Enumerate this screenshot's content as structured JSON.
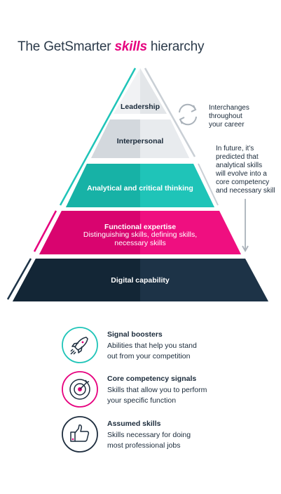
{
  "title": {
    "prefix": "The GetSmarter ",
    "emphasis": "skills",
    "suffix": " hierarchy"
  },
  "tiers": {
    "leadership": "Leadership",
    "interpersonal": "Interpersonal",
    "analytical": "Analytical and critical thinking",
    "functional_title": "Functional expertise",
    "functional_sub1": "Distinguishing skills, defining skills,",
    "functional_sub2": "necessary skills",
    "digital": "Digital capability"
  },
  "annotations": {
    "interchange_1": "Interchanges",
    "interchange_2": "throughout",
    "interchange_3": "your career",
    "future_1": "In future, it’s",
    "future_2": "predicted that",
    "future_3": "analytical skills",
    "future_4": "will evolve into a",
    "future_5": "core competency",
    "future_6": "and necessary skill"
  },
  "legend": [
    {
      "icon": "rocket-icon",
      "title": "Signal boosters",
      "line1": "Abilities that help you stand",
      "line2": "out from your competition",
      "color": "#1fc4b8"
    },
    {
      "icon": "target-icon",
      "title": "Core competency signals",
      "line1": "Skills that allow you to perform",
      "line2": "your specific function",
      "color": "#e6007e"
    },
    {
      "icon": "thumbs-up-icon",
      "title": "Assumed skills",
      "line1": "Skills necessary for doing",
      "line2": "most professional jobs",
      "color": "#1d2d3e"
    }
  ],
  "colors": {
    "teal": "#1fc4b8",
    "magenta": "#e6007e",
    "navy": "#1d3347",
    "navy_dark": "#132636",
    "grey_light": "#eceef0",
    "grey": "#c9cfd5"
  }
}
